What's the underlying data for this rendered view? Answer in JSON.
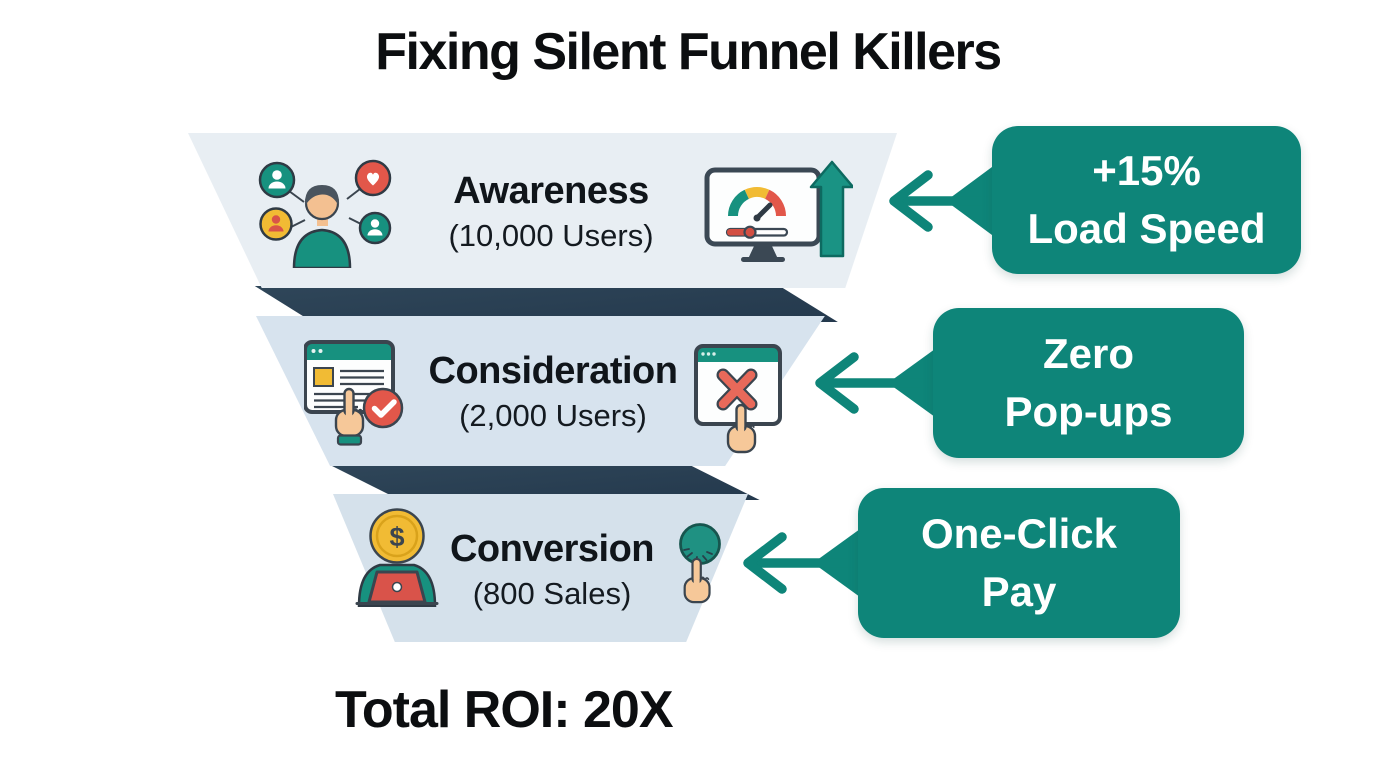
{
  "title": "Fixing Silent Funnel Killers",
  "funnel": {
    "stages": [
      {
        "label": "Awareness",
        "count": "(10,000 Users)",
        "icons": {
          "left": "social-reach-icon",
          "right": "speed-monitor-icon"
        },
        "annotation": {
          "line1": "+15%",
          "line2": "Load Speed"
        }
      },
      {
        "label": "Consideration",
        "count": "(2,000 Users)",
        "icons": {
          "left": "form-check-icon",
          "right": "popup-blocked-icon"
        },
        "annotation": {
          "line1": "Zero",
          "line2": "Pop-ups"
        }
      },
      {
        "label": "Conversion",
        "count": "(800 Sales)",
        "icons": {
          "left": "money-user-icon",
          "right": "one-click-pay-icon"
        },
        "annotation": {
          "line1": "One-Click",
          "line2": "Pay"
        }
      }
    ]
  },
  "footer": {
    "total_roi": "Total ROI: 20X"
  },
  "icons": {
    "currency_symbol": "$"
  },
  "colors": {
    "accent_teal": "#0e8579",
    "band_navy": "#2a3e52",
    "stage_fill_1": "#e8eef3",
    "stage_fill_2": "#d7e3ee",
    "stage_fill_3": "#d5e1eb",
    "title_text": "#0c0e10",
    "callout_text": "#ffffff",
    "icon_red": "#e2574a",
    "icon_yellow": "#f1bb34",
    "icon_skin": "#f3c091",
    "icon_dark": "#3b454f"
  }
}
